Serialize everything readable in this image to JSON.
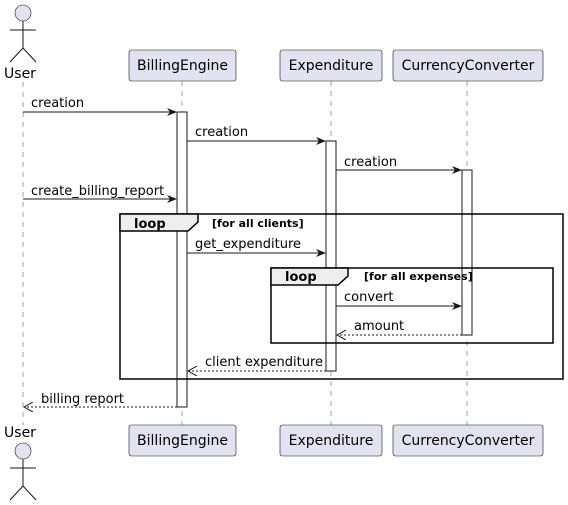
{
  "participants": {
    "user": "User",
    "billing_engine": "BillingEngine",
    "expenditure": "Expenditure",
    "currency_converter": "CurrencyConverter"
  },
  "messages": {
    "m1": "creation",
    "m2": "creation",
    "m3": "creation",
    "m4": "create_billing_report",
    "m5": "get_expenditure",
    "m6": "convert",
    "m7": "amount",
    "m8": "client expenditure",
    "m9": "billing report"
  },
  "frames": {
    "outer_keyword": "loop",
    "outer_guard": "[for all clients]",
    "inner_keyword": "loop",
    "inner_guard": "[for all expenses]"
  },
  "colors": {
    "participant_fill": "#e2e2f0",
    "frame_tab_fill": "#eeeeee",
    "line": "#181818"
  }
}
